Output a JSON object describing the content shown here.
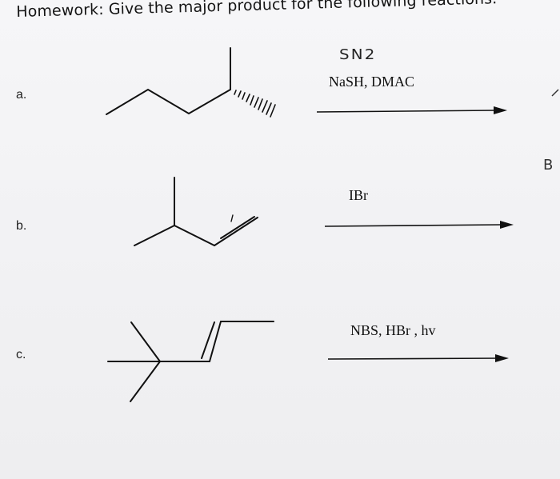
{
  "worksheet": {
    "title": "Homework: Give the major product for the following reactions.",
    "problems": [
      {
        "label": "a.",
        "annotation": "SN2",
        "reagents": "NaSH, DMAC",
        "structure_icon": "chiral-alkane-with-hashed-methyl-structure"
      },
      {
        "label": "b.",
        "reagents": "IBr",
        "structure_icon": "branched-terminal-alkene-structure"
      },
      {
        "label": "c.",
        "reagents": "NBS, HBr , hv",
        "structure_icon": "tert-butyl-internal-alkene-structure"
      }
    ],
    "margin_mark": "B"
  },
  "colors": {
    "ink": "#111111",
    "paper": "#f3f3f5"
  }
}
